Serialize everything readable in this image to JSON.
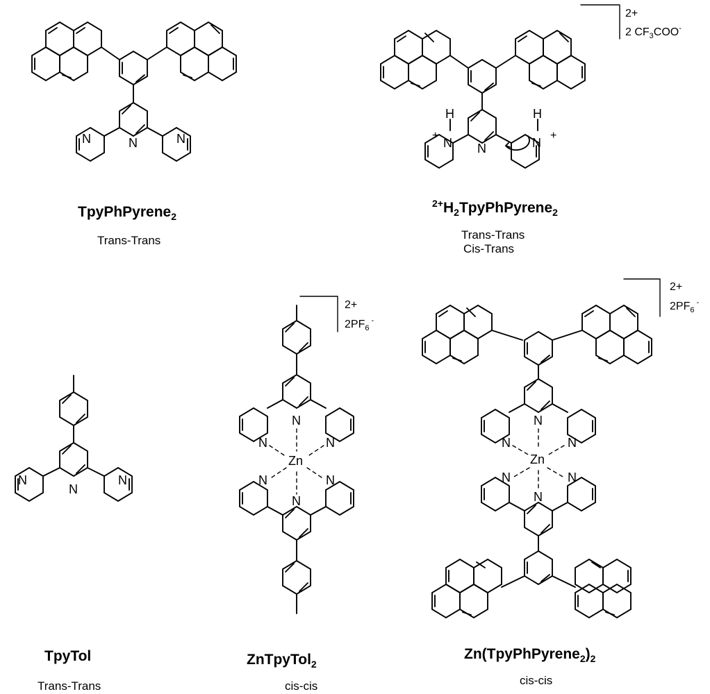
{
  "compounds": [
    {
      "id": "tpyphpyrene2",
      "name": "TpyPhPyrene",
      "name_sub": "2",
      "conformation": [
        "Trans-Trans"
      ]
    },
    {
      "id": "h2tpyphpyrene2",
      "name_sup": "2+",
      "name_mid": "H",
      "name_mid_sub": "2",
      "name": "TpyPhPyrene",
      "name_sub": "2",
      "conformation": [
        "Trans-Trans",
        "Cis-Trans"
      ]
    },
    {
      "id": "tpytol",
      "name": "TpyTol",
      "conformation": [
        "Trans-Trans"
      ]
    },
    {
      "id": "zntpytol2",
      "name": "ZnTpyTol",
      "name_sub": "2",
      "conformation": [
        "cis-cis"
      ]
    },
    {
      "id": "zn-tpyphpyrene2-2",
      "name": "Zn(TpyPhPyrene",
      "name_sub": "2",
      "name_tail": ")",
      "name_tail_sub": "2",
      "conformation": [
        "cis-cis"
      ]
    }
  ],
  "charges": {
    "h2tpy": {
      "charge": "2+",
      "counterion_count": "2 CF",
      "counterion_sub": "3",
      "counterion_tail": "COO",
      "counterion_sup": "-"
    },
    "zntpytol": {
      "charge": "2+",
      "counterion": "2PF",
      "counterion_sub": "6",
      "counterion_sup": "-"
    },
    "znpyrene": {
      "charge": "2+",
      "counterion": "2PF",
      "counterion_sub": "6",
      "counterion_sup": "-"
    }
  },
  "atoms": {
    "nitrogen": "N",
    "hydrogen": "H",
    "zinc": "Zn",
    "plus": "+"
  }
}
